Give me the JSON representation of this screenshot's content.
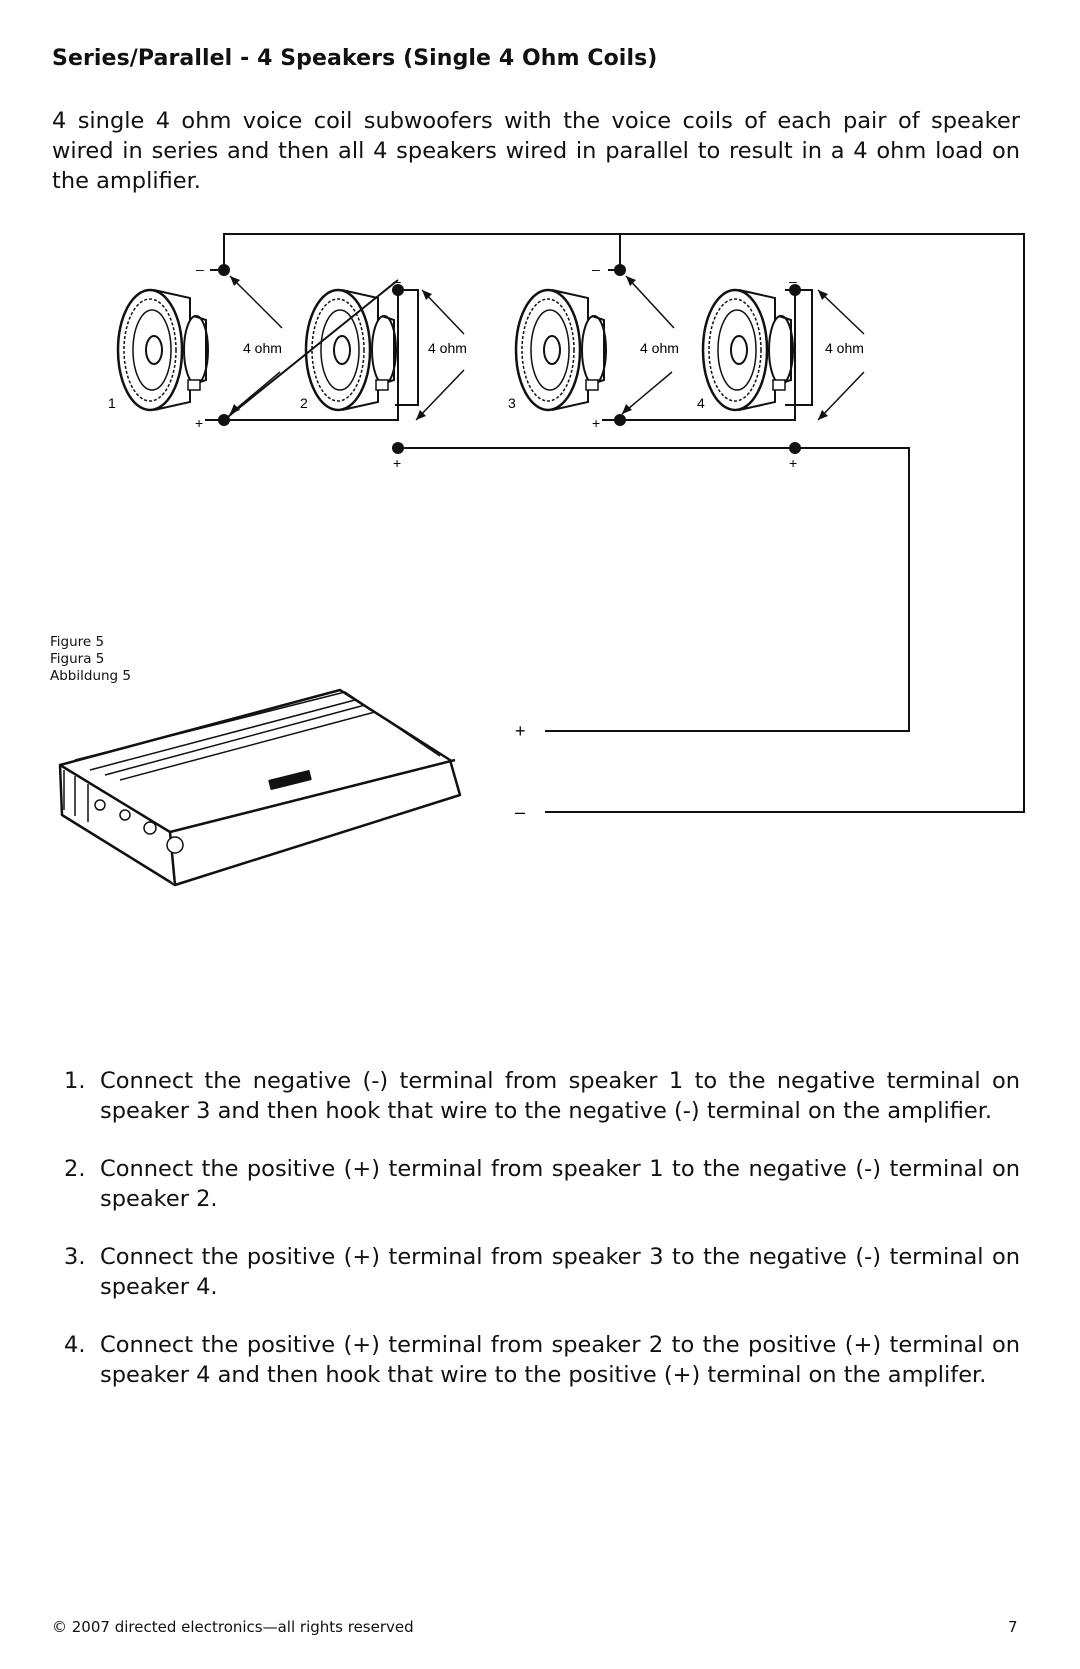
{
  "title": "Series/Parallel - 4 Speakers (Single 4 Ohm Coils)",
  "intro": "4 single 4 ohm voice coil subwoofers with the voice coils of each pair of speaker wired in series and then all 4 speakers wired in parallel to result in a 4 ohm load on the amplifier.",
  "diagram": {
    "impedance_label": "4 ohm",
    "speaker_numbers": [
      "1",
      "2",
      "3",
      "4"
    ],
    "plus": "+",
    "minus": "–",
    "amp_plus": "+",
    "amp_minus": "–"
  },
  "figure_caption": [
    "Figure 5",
    "Figura 5",
    "Abbildung 5"
  ],
  "steps": [
    {
      "num": "1.",
      "text": "Connect the negative (-) terminal from speaker 1 to the negative terminal on speaker 3 and then hook that wire to the negative (-) terminal on the amplifier."
    },
    {
      "num": "2.",
      "text": "Connect the positive (+) terminal from speaker 1 to the negative (-) terminal on speaker 2."
    },
    {
      "num": "3.",
      "text": "Connect the positive (+) terminal from speaker 3 to the negative (-) terminal on speaker 4."
    },
    {
      "num": "4.",
      "text": "Connect the positive (+) terminal from speaker 2 to the positive (+) terminal on speaker 4 and then hook that wire to the positive (+) terminal on the amplifer."
    }
  ],
  "footer": {
    "copyright": "© 2007 directed electronics—all rights reserved",
    "page_number": "7"
  }
}
